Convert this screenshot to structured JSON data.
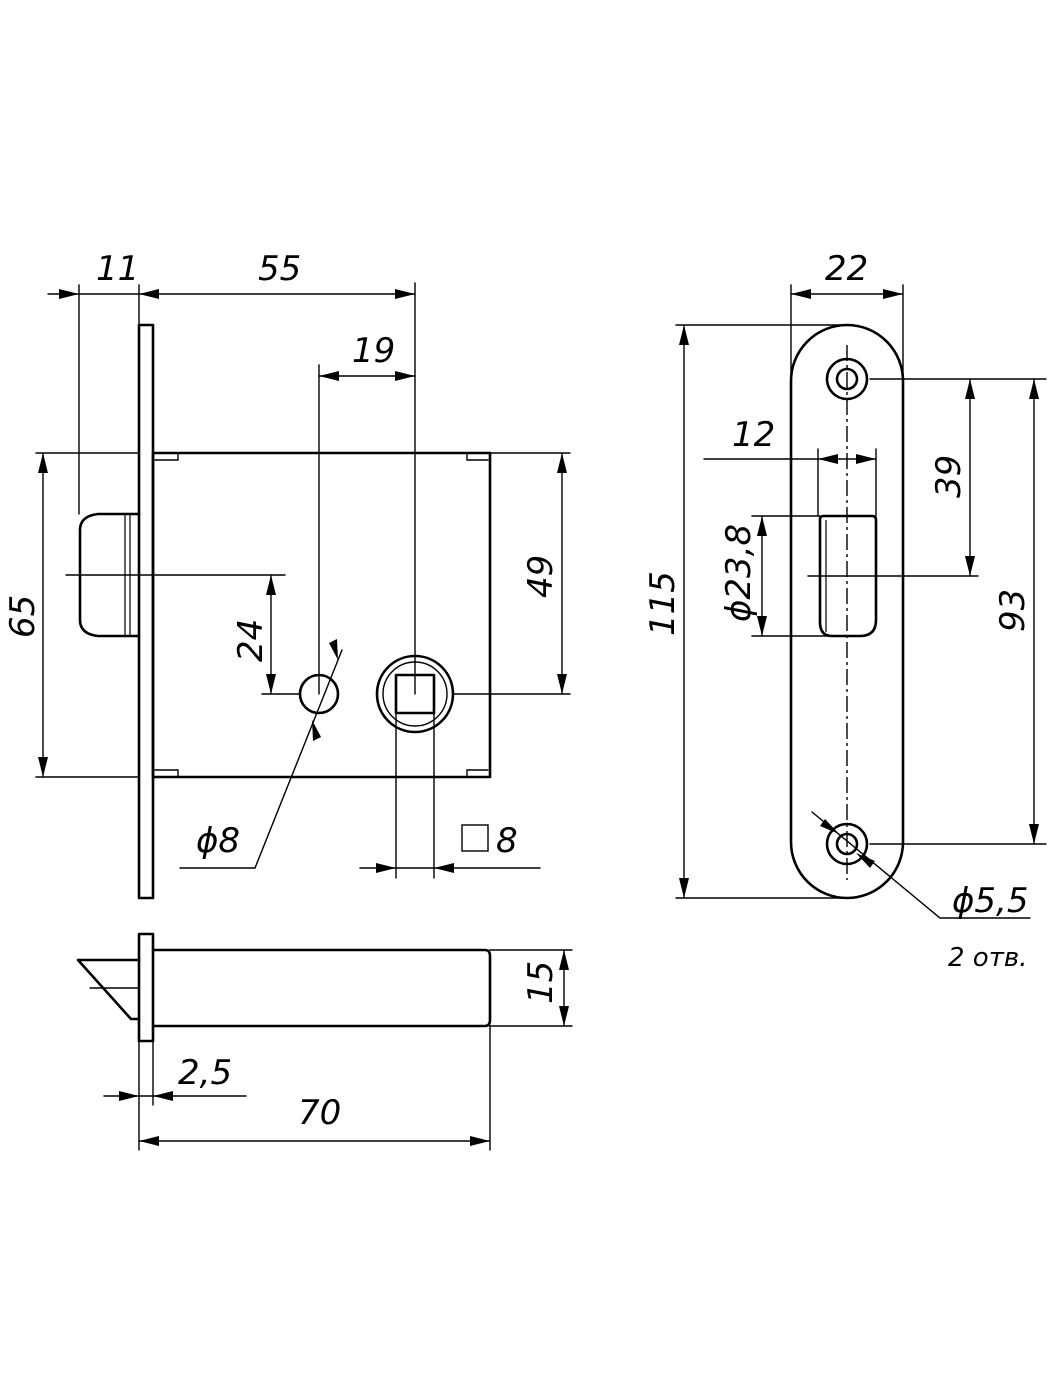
{
  "dimensions": {
    "lock_backset_bolt": "11",
    "lock_body_depth": "55",
    "lock_center_distance": "19",
    "lock_faceplate_height": "65",
    "lock_body_height": "49",
    "lock_offset": "24",
    "lock_key_hole": "ϕ8",
    "lock_spindle_square": "8",
    "side_thickness": "15",
    "side_faceplate": "2,5",
    "side_total_length": "70",
    "strike_width": "22",
    "strike_height": "115",
    "strike_hole_spacing": "93",
    "strike_upper_offset": "39",
    "strike_latch_width": "12",
    "strike_latch_diameter": "ϕ23,8",
    "strike_screw_hole": "ϕ5,5",
    "strike_screw_count": "2 отв."
  }
}
